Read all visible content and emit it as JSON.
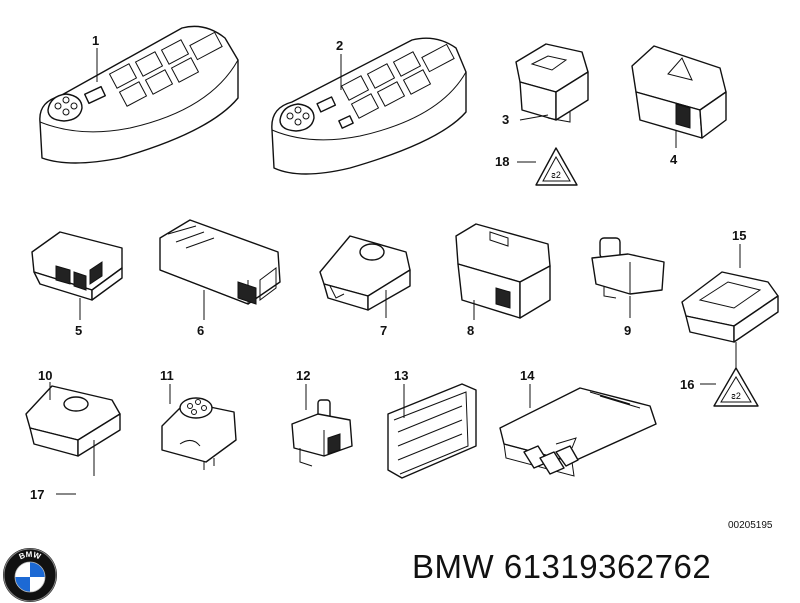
{
  "parts": [
    {
      "num": "1"
    },
    {
      "num": "2"
    },
    {
      "num": "3"
    },
    {
      "num": "4"
    },
    {
      "num": "5"
    },
    {
      "num": "6"
    },
    {
      "num": "7"
    },
    {
      "num": "8"
    },
    {
      "num": "9"
    },
    {
      "num": "10"
    },
    {
      "num": "11"
    },
    {
      "num": "12"
    },
    {
      "num": "13"
    },
    {
      "num": "14"
    },
    {
      "num": "15"
    },
    {
      "num": "16"
    },
    {
      "num": "17"
    },
    {
      "num": "18"
    }
  ],
  "diagram_ref": "00205195",
  "brand": "BMW",
  "part_number": "61319362762",
  "logo_text": "BMW",
  "colors": {
    "line": "#111111",
    "background": "#ffffff",
    "logo_blue": "#1c69d4"
  }
}
